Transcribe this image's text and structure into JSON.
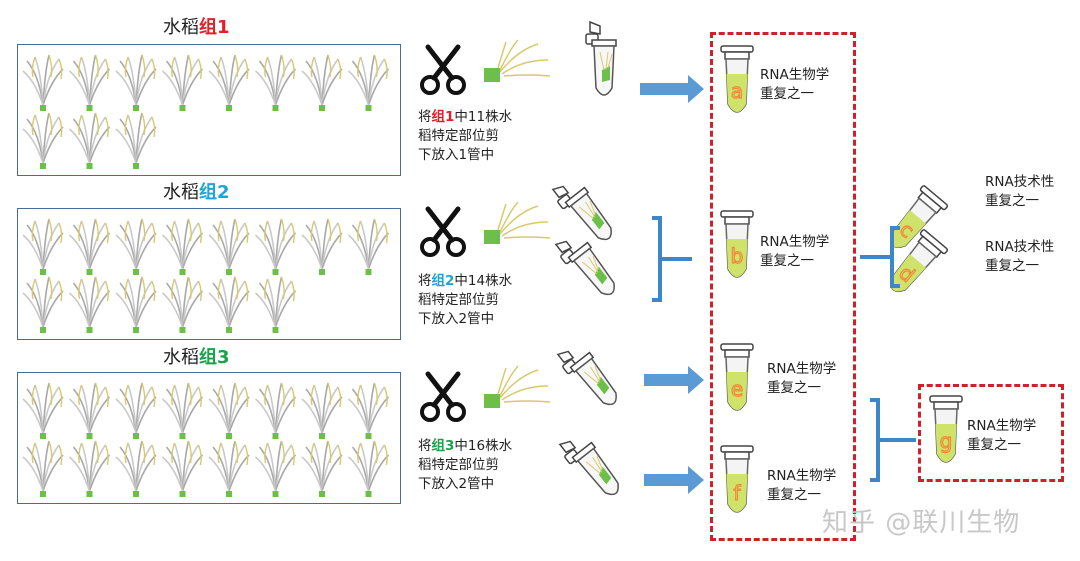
{
  "colors": {
    "group1": "#e0202a",
    "group2": "#1aa7d8",
    "group3": "#1aa34a",
    "arrow": "#5b9bd5",
    "bracket": "#3f86c8",
    "dashed": "#d0202a",
    "liquid": "#cfe36a",
    "tissue": "#6cc04a",
    "letter": "#f08a3a"
  },
  "groups": [
    {
      "title_prefix": "水稻",
      "title_number": "组1",
      "plant_count": 11,
      "desc_line1_a": "将",
      "desc_line1_hl": "组1",
      "desc_line1_b": "中11株水",
      "desc_line2": "稻特定部位剪",
      "desc_line3": "下放入1管中"
    },
    {
      "title_prefix": "水稻",
      "title_number": "组2",
      "plant_count": 14,
      "desc_line1_a": "将",
      "desc_line1_hl": "组2",
      "desc_line1_b": "中14株水",
      "desc_line2": "稻特定部位剪",
      "desc_line3": "下放入2管中"
    },
    {
      "title_prefix": "水稻",
      "title_number": "组3",
      "plant_count": 16,
      "desc_line1_a": "将",
      "desc_line1_hl": "组3",
      "desc_line1_b": "中16株水",
      "desc_line2": "稻特定部位剪",
      "desc_line3": "下放入2管中"
    }
  ],
  "tubes": {
    "a": {
      "letter": "a",
      "line1": "RNA生物学",
      "line2": "重复之一"
    },
    "b": {
      "letter": "b",
      "line1": "RNA生物学",
      "line2": "重复之一"
    },
    "c": {
      "letter": "c",
      "line1": "RNA技术性",
      "line2": "重复之一"
    },
    "d": {
      "letter": "d",
      "line1": "RNA技术性",
      "line2": "重复之一"
    },
    "e": {
      "letter": "e",
      "line1": "RNA生物学",
      "line2": "重复之一"
    },
    "f": {
      "letter": "f",
      "line1": "RNA生物学",
      "line2": "重复之一"
    },
    "g": {
      "letter": "g",
      "line1": "RNA生物学",
      "line2": "重复之一"
    }
  },
  "watermark": "知乎 @联川生物"
}
